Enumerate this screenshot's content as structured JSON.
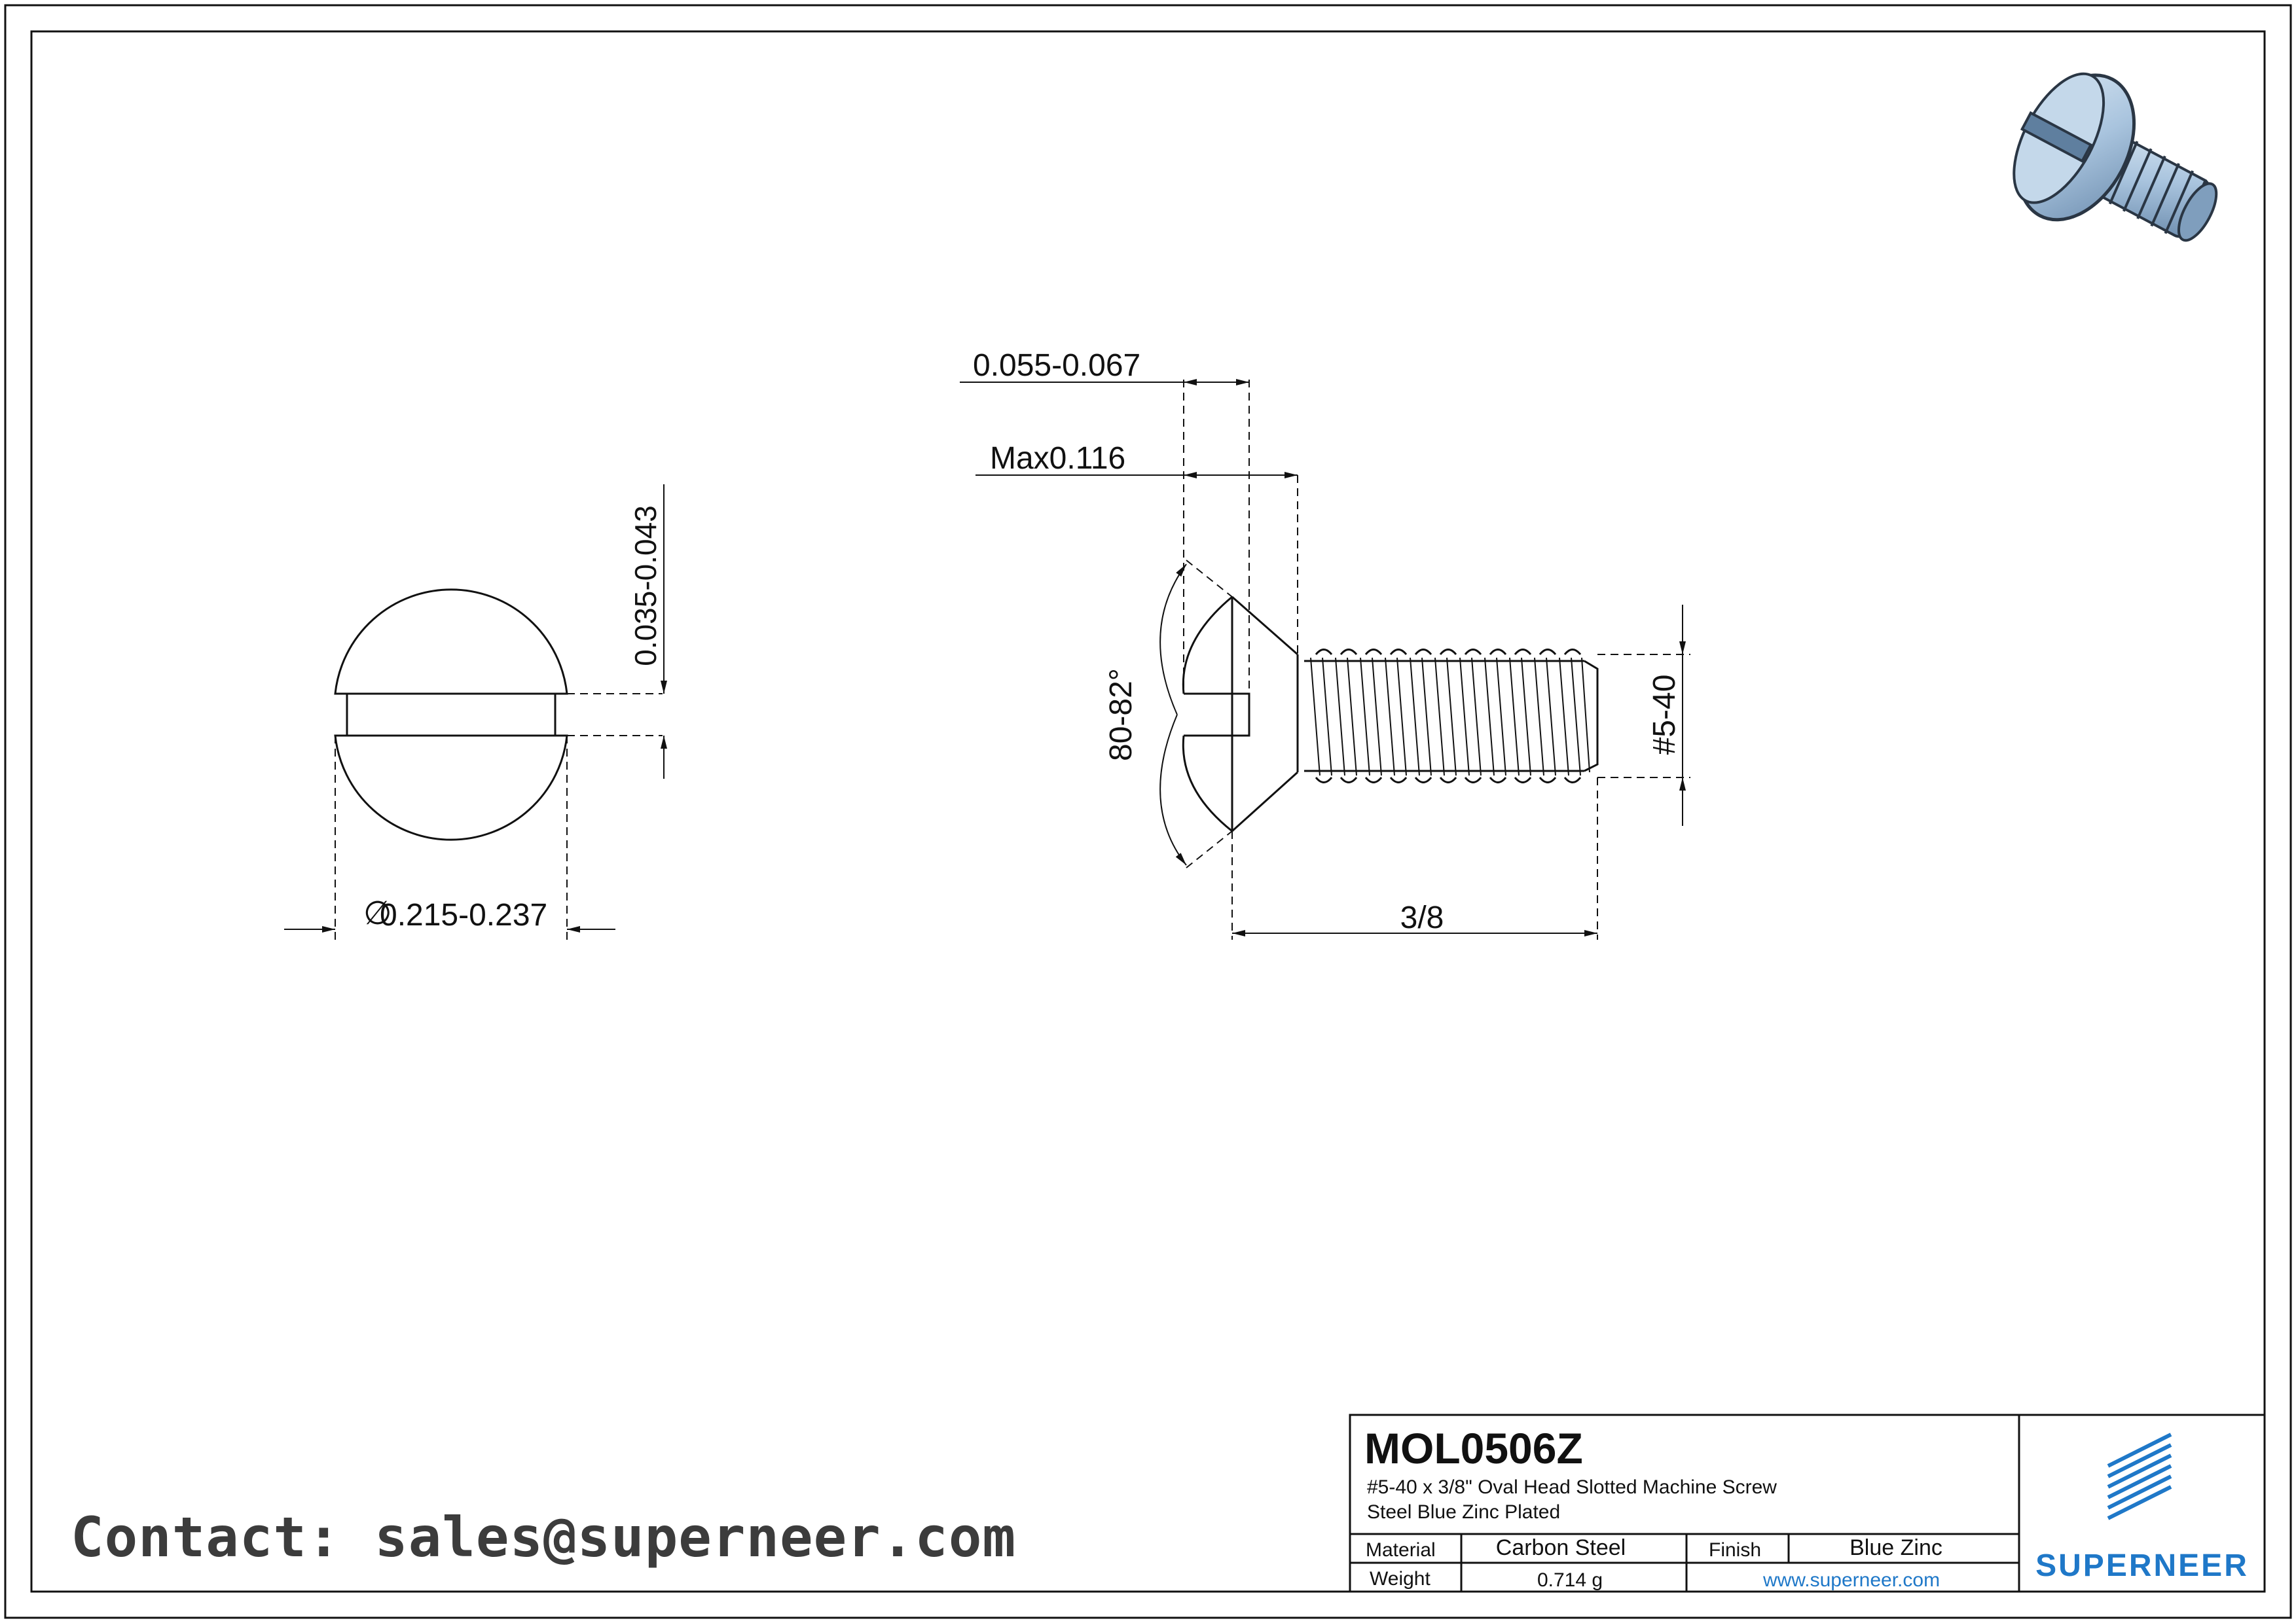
{
  "dimensions": {
    "head_height": "0.055-0.067",
    "max_head": "Max0.116",
    "slot_width": "0.035-0.043",
    "head_diameter": "0.215-0.237",
    "diameter_symbol": "∅",
    "angle": "80-82°",
    "thread": "#5-40",
    "length": "3/8"
  },
  "title_block": {
    "part_number": "MOL0506Z",
    "description_1": "#5-40 x 3/8\" Oval Head Slotted Machine Screw",
    "description_2": "Steel Blue Zinc Plated",
    "material_label": "Material",
    "material_value": "Carbon Steel",
    "finish_label": "Finish",
    "finish_value": "Blue Zinc",
    "weight_label": "Weight",
    "weight_value": "0.714 g",
    "website": "www.superneer.com",
    "brand": "SUPERNEER"
  },
  "contact": "Contact: sales@superneer.com",
  "colors": {
    "brand_blue": "#1f78c8",
    "line": "#111111",
    "screw_blue": "#a9c4de"
  }
}
